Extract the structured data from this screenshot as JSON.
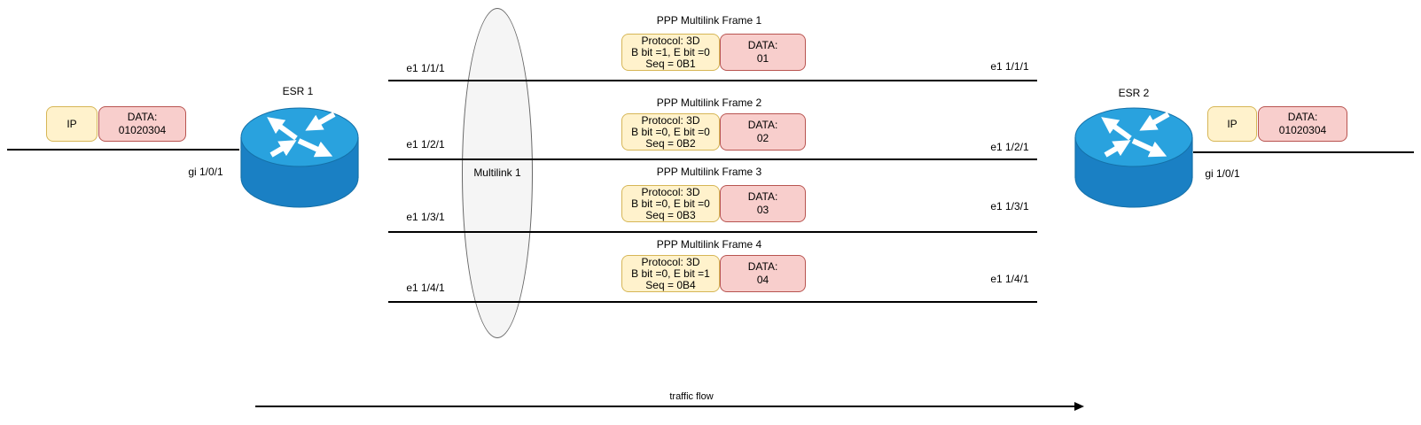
{
  "colors": {
    "yellow_fill": "#FFF2CC",
    "yellow_border": "#D6B656",
    "pink_fill": "#F8CECC",
    "pink_border": "#B85450",
    "ellipse_fill": "#F5F5F5",
    "ellipse_border": "#666666",
    "router_top": "#29A2DE",
    "router_side": "#1A80C4",
    "router_edge": "#1470A8",
    "line": "#000000"
  },
  "left_router": {
    "name": "ESR 1",
    "interface_label": "gi 1/0/1"
  },
  "right_router": {
    "name": "ESR 2",
    "interface_label": "gi 1/0/1"
  },
  "left_packet": {
    "header": "IP",
    "data_label": "DATA:",
    "data_value": "01020304"
  },
  "right_packet": {
    "header": "IP",
    "data_label": "DATA:",
    "data_value": "01020304"
  },
  "multilink": {
    "label": "Multilink 1"
  },
  "links": [
    {
      "left_label": "e1 1/1/1",
      "right_label": "e1 1/1/1"
    },
    {
      "left_label": "e1 1/2/1",
      "right_label": "e1 1/2/1"
    },
    {
      "left_label": "e1 1/3/1",
      "right_label": "e1 1/3/1"
    },
    {
      "left_label": "e1 1/4/1",
      "right_label": "e1 1/4/1"
    }
  ],
  "frames": [
    {
      "title": "PPP Multilink Frame 1",
      "protocol": "Protocol: 3D",
      "bits": "B bit =1, E bit =0",
      "seq": "Seq = 0B1",
      "data_label": "DATA:",
      "data_value": "01"
    },
    {
      "title": "PPP Multilink Frame 2",
      "protocol": "Protocol: 3D",
      "bits": "B bit =0, E bit =0",
      "seq": "Seq = 0B2",
      "data_label": "DATA:",
      "data_value": "02"
    },
    {
      "title": "PPP Multilink Frame 3",
      "protocol": "Protocol: 3D",
      "bits": "B bit =0, E bit =0",
      "seq": "Seq = 0B3",
      "data_label": "DATA:",
      "data_value": "03"
    },
    {
      "title": "PPP Multilink Frame 4",
      "protocol": "Protocol: 3D",
      "bits": "B bit =0, E bit =1",
      "seq": "Seq = 0B4",
      "data_label": "DATA:",
      "data_value": "04"
    }
  ],
  "traffic_flow": {
    "label": "traffic flow"
  }
}
